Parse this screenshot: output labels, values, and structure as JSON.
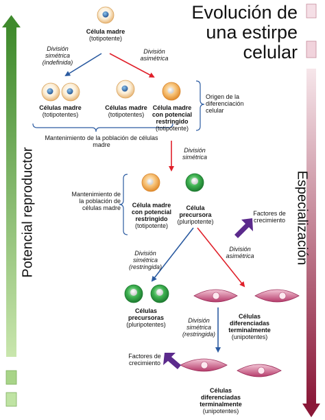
{
  "title": {
    "line1": "Evolución de",
    "line2": "una estirpe",
    "line3": "celular"
  },
  "left_axis_label": "Potencial reproductor",
  "right_axis_label": "Especialización",
  "top_cell": {
    "name": "Célula madre",
    "type": "(totipotente)"
  },
  "div_indef": {
    "l1": "División",
    "l2": "simétrica",
    "l3": "(indefinida)"
  },
  "div_asym_1": {
    "l1": "División",
    "l2": "asimétrica"
  },
  "stem_cells": {
    "name": "Células madre",
    "type": "(totipotentes)"
  },
  "restricted_1": {
    "l1": "Célula madre",
    "l2": "con potencial",
    "l3": "restringido",
    "l4": "(totipotente)"
  },
  "origin_note": {
    "l1": "Origen de la",
    "l2": "diferenciación",
    "l3": "celular"
  },
  "maint_1": {
    "l1": "Mantenimiento de la población de células",
    "l2": "madre"
  },
  "div_sym_2": {
    "l1": "División",
    "l2": "simétrica"
  },
  "maint_2": {
    "l1": "Mantenimiento de",
    "l2": "la población de",
    "l3": "células madre"
  },
  "restricted_2": {
    "l1": "Célula madre",
    "l2": "con potencial",
    "l3": "restringido",
    "l4": "(totipotente)"
  },
  "precursor": {
    "l1": "Célula",
    "l2": "precursora",
    "l3": "(pluripotente)"
  },
  "growth_factors_1": {
    "l1": "Factores de",
    "l2": "crecimiento"
  },
  "div_asym_2": {
    "l1": "División",
    "l2": "asimétrica"
  },
  "div_sym_restr_1": {
    "l1": "División",
    "l2": "simétrica",
    "l3": "(restringida)"
  },
  "precursors": {
    "l1": "Células",
    "l2": "precursoras",
    "l3": "(pluripotentes)"
  },
  "div_sym_restr_2": {
    "l1": "División",
    "l2": "simétrica",
    "l3": "(restringida)"
  },
  "diff_cells_1": {
    "l1": "Células",
    "l2": "diferenciadas",
    "l3": "terminalmente",
    "l4": "(unipotentes)"
  },
  "growth_factors_2": {
    "l1": "Factores de",
    "l2": "crecimiento"
  },
  "diff_cells_2": {
    "l1": "Células",
    "l2": "diferenciadas",
    "l3": "terminalmente",
    "l4": "(unipotentes)"
  },
  "colors": {
    "blue_arrow": "#2a5aa0",
    "red_arrow": "#e0202a",
    "purple_arrow": "#5b2a8c",
    "left_bar_top": "#3f8a2c",
    "left_bar_bottom": "#c5e3a8",
    "right_bar_top": "#f3dde3",
    "right_bar_bottom": "#8c1a3a"
  }
}
